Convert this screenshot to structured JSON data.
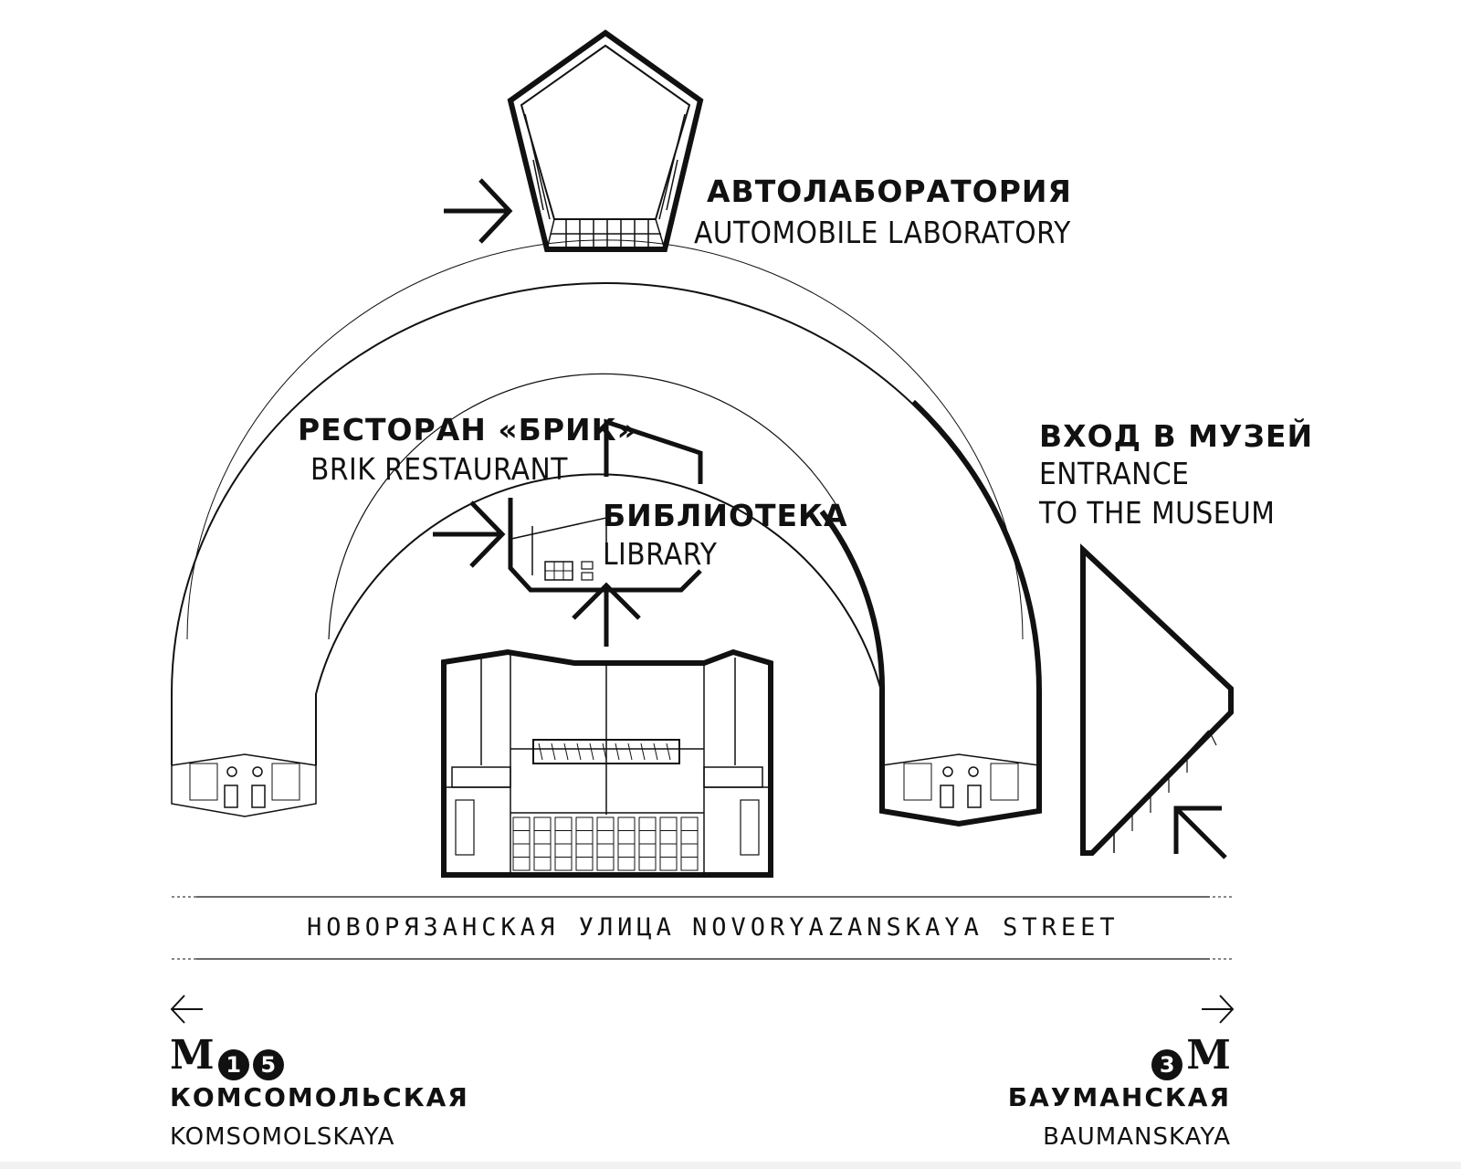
{
  "labels": {
    "autolab": {
      "ru": "АВТОЛАБОРАТОРИЯ",
      "en": "AUTOMOBILE LABORATORY"
    },
    "restaurant": {
      "ru": "РЕСТОРАН «БРИК»",
      "en": "BRIK RESTAURANT"
    },
    "library": {
      "ru": "БИБЛИОТЕКА",
      "en": "LIBRARY"
    },
    "entrance": {
      "ru": "ВХОД В МУЗЕЙ",
      "en_line1": "ENTRANCE",
      "en_line2": "TO THE MUSEUM"
    }
  },
  "street": {
    "ru": "НОВОРЯЗАНСКАЯ УЛИЦА",
    "en": "NOVORYAZANSKAYA STREET"
  },
  "metro_left": {
    "letter": "M",
    "lines": [
      "1",
      "5"
    ],
    "ru": "КОМСОМОЛЬСКАЯ",
    "en": "KOMSOMOLSKAYA",
    "arrow": "←"
  },
  "metro_right": {
    "letter": "M",
    "lines": [
      "3"
    ],
    "ru": "БАУМАНСКАЯ",
    "en": "BAUMANSKAYA",
    "arrow": "→"
  },
  "icons": [
    "entry-arrow-icon",
    "metro-logo-icon",
    "direction-arrow-icon"
  ]
}
